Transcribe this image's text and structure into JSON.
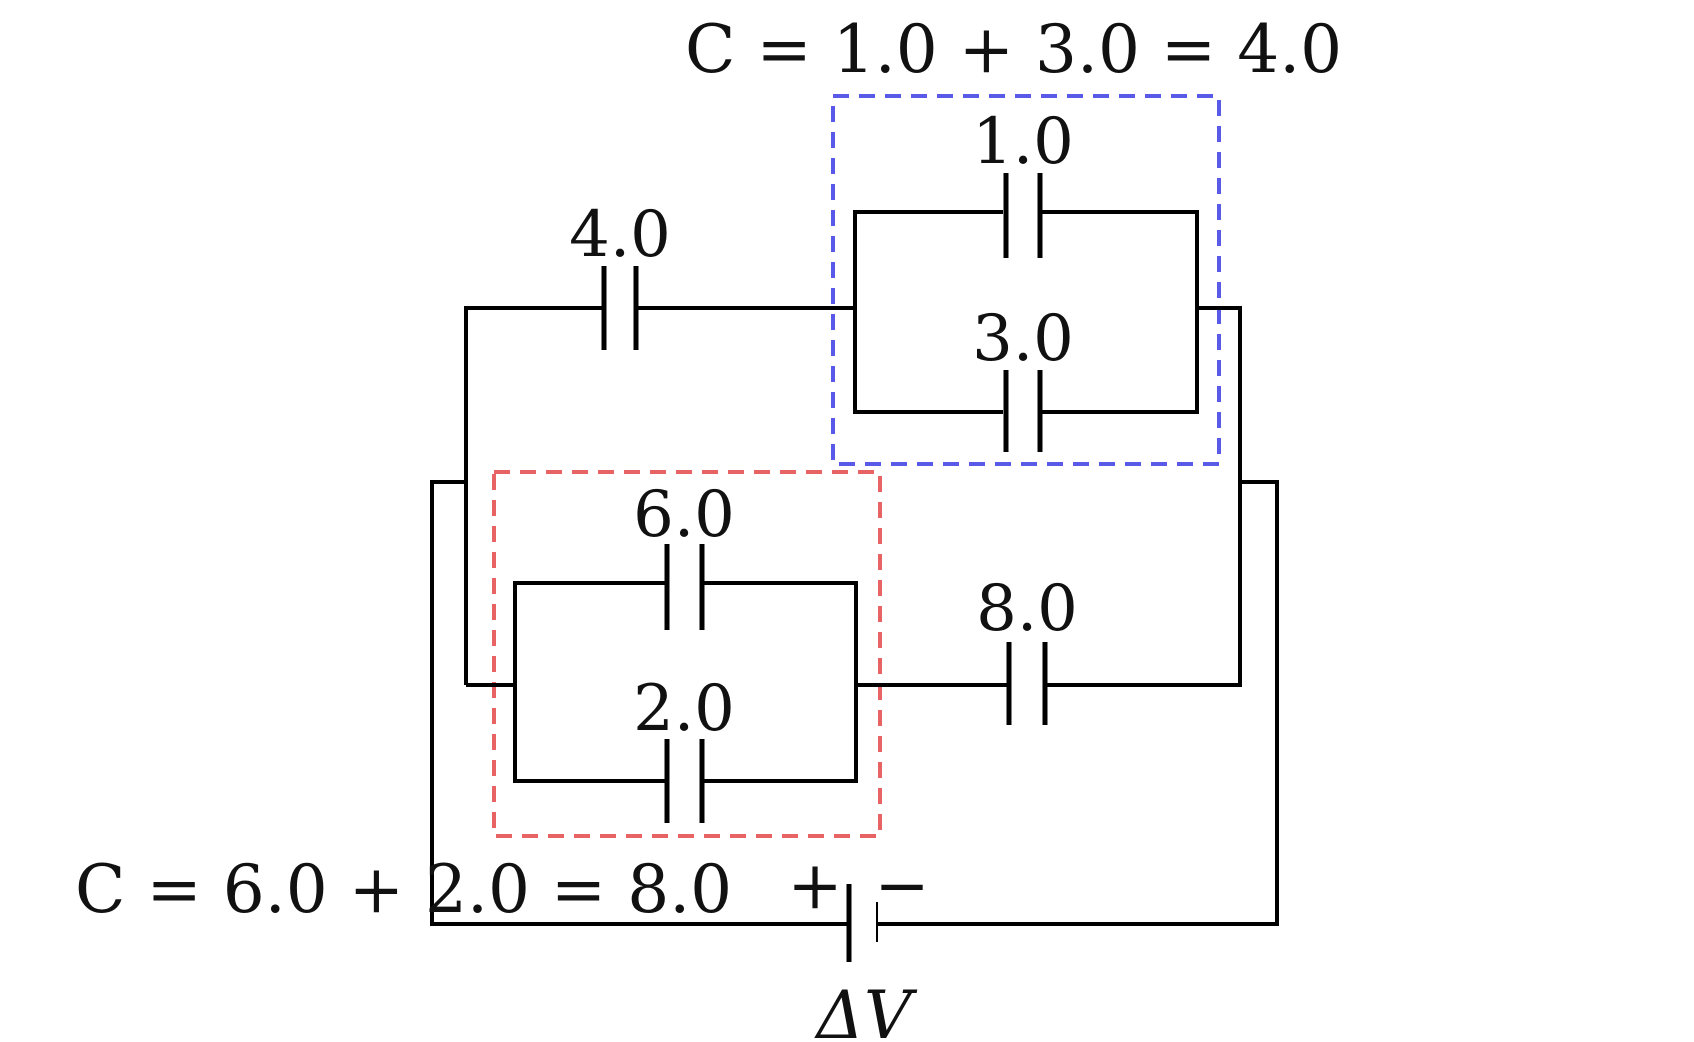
{
  "labels": {
    "c_top": "1.0",
    "c_mid": "3.0",
    "c_left": "4.0",
    "c_upper_left": "6.0",
    "c_lower_left": "2.0",
    "c_right": "8.0",
    "source": "ΔV"
  },
  "equations": {
    "blue_group": "C = 1.0 + 3.0 = 4.0",
    "red_group": "C = 6.0 + 2.0 = 8.0"
  },
  "battery": {
    "plus": "+",
    "minus": "−"
  },
  "colors": {
    "wire": "#000000",
    "blue_group_box": "#5a5ae8",
    "red_group_box": "#e86464"
  }
}
